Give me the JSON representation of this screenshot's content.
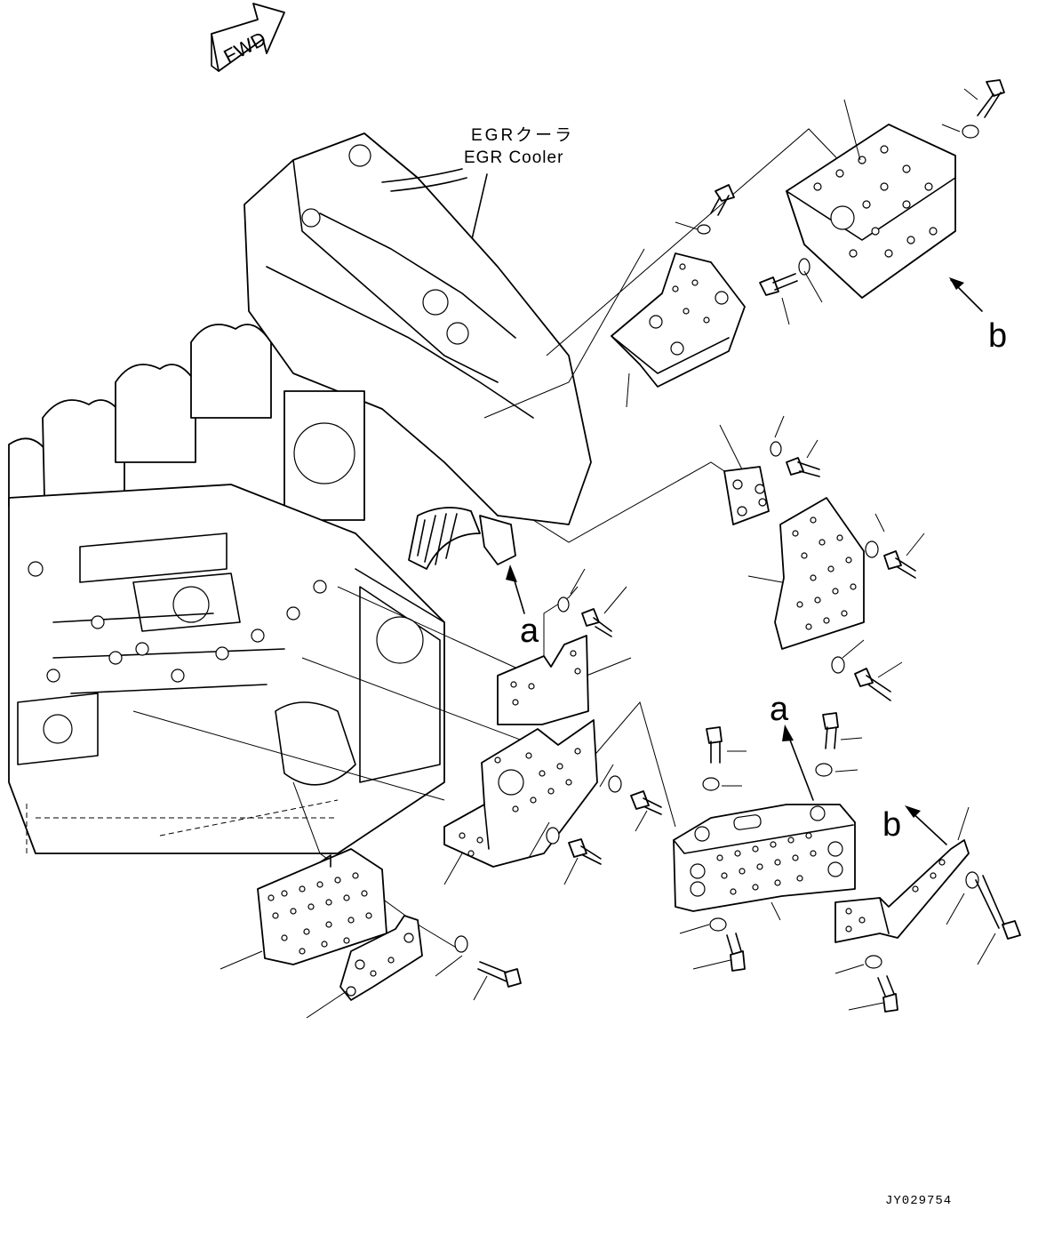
{
  "labels": {
    "fwd": "FWD",
    "egr_jp": "EGRクーラ",
    "egr_en": "EGR Cooler",
    "ref_a": "a",
    "ref_b": "b",
    "drawing_id": "JY029754"
  }
}
